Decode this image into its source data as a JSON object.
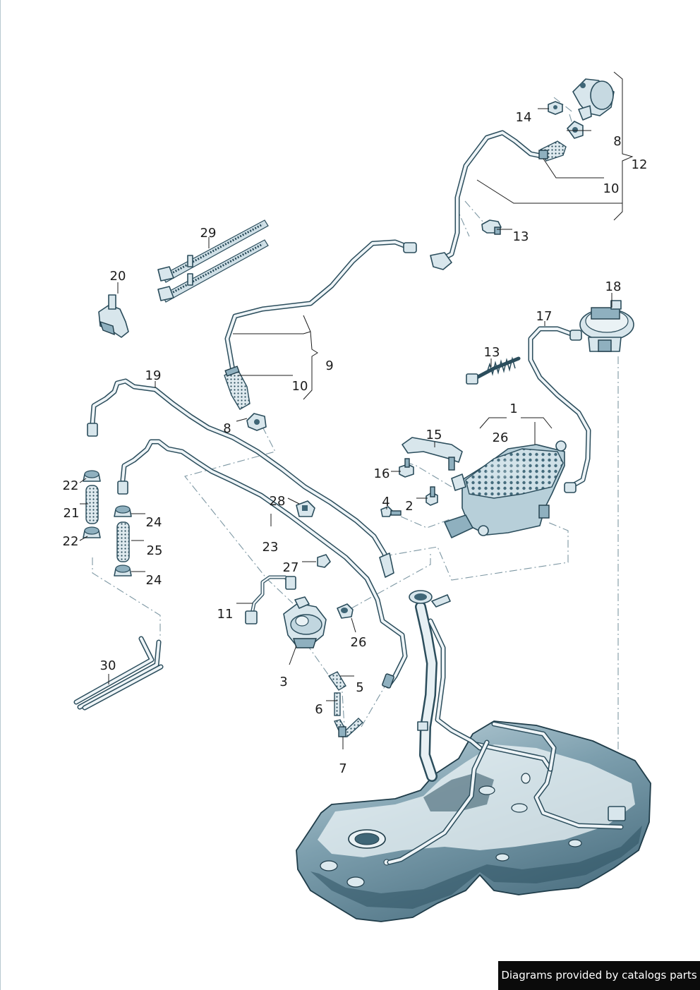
{
  "callouts": [
    {
      "id": "c1",
      "text": "1"
    },
    {
      "id": "c2",
      "text": "2"
    },
    {
      "id": "c3",
      "text": "3"
    },
    {
      "id": "c4",
      "text": "4"
    },
    {
      "id": "c5",
      "text": "5"
    },
    {
      "id": "c6",
      "text": "6"
    },
    {
      "id": "c7",
      "text": "7"
    },
    {
      "id": "c8a",
      "text": "8"
    },
    {
      "id": "c8b",
      "text": "8"
    },
    {
      "id": "c9",
      "text": "9"
    },
    {
      "id": "c10a",
      "text": "10"
    },
    {
      "id": "c10b",
      "text": "10"
    },
    {
      "id": "c11",
      "text": "11"
    },
    {
      "id": "c12",
      "text": "12"
    },
    {
      "id": "c13a",
      "text": "13"
    },
    {
      "id": "c13b",
      "text": "13"
    },
    {
      "id": "c14",
      "text": "14"
    },
    {
      "id": "c15",
      "text": "15"
    },
    {
      "id": "c16",
      "text": "16"
    },
    {
      "id": "c17",
      "text": "17"
    },
    {
      "id": "c18",
      "text": "18"
    },
    {
      "id": "c19",
      "text": "19"
    },
    {
      "id": "c20",
      "text": "20"
    },
    {
      "id": "c21",
      "text": "21"
    },
    {
      "id": "c22a",
      "text": "22"
    },
    {
      "id": "c22b",
      "text": "22"
    },
    {
      "id": "c23",
      "text": "23"
    },
    {
      "id": "c24a",
      "text": "24"
    },
    {
      "id": "c24b",
      "text": "24"
    },
    {
      "id": "c25",
      "text": "25"
    },
    {
      "id": "c26a",
      "text": "26"
    },
    {
      "id": "c26b",
      "text": "26"
    },
    {
      "id": "c27",
      "text": "27"
    },
    {
      "id": "c28",
      "text": "28"
    },
    {
      "id": "c29",
      "text": "29"
    },
    {
      "id": "c30",
      "text": "30"
    }
  ],
  "footer": {
    "text": "Diagrams provided by catalogs parts"
  },
  "colors": {
    "line": "#2b4d5c",
    "fill": "#d8e6ec",
    "accent": "#7d97a3",
    "footer_bg": "#0b0b0b"
  }
}
